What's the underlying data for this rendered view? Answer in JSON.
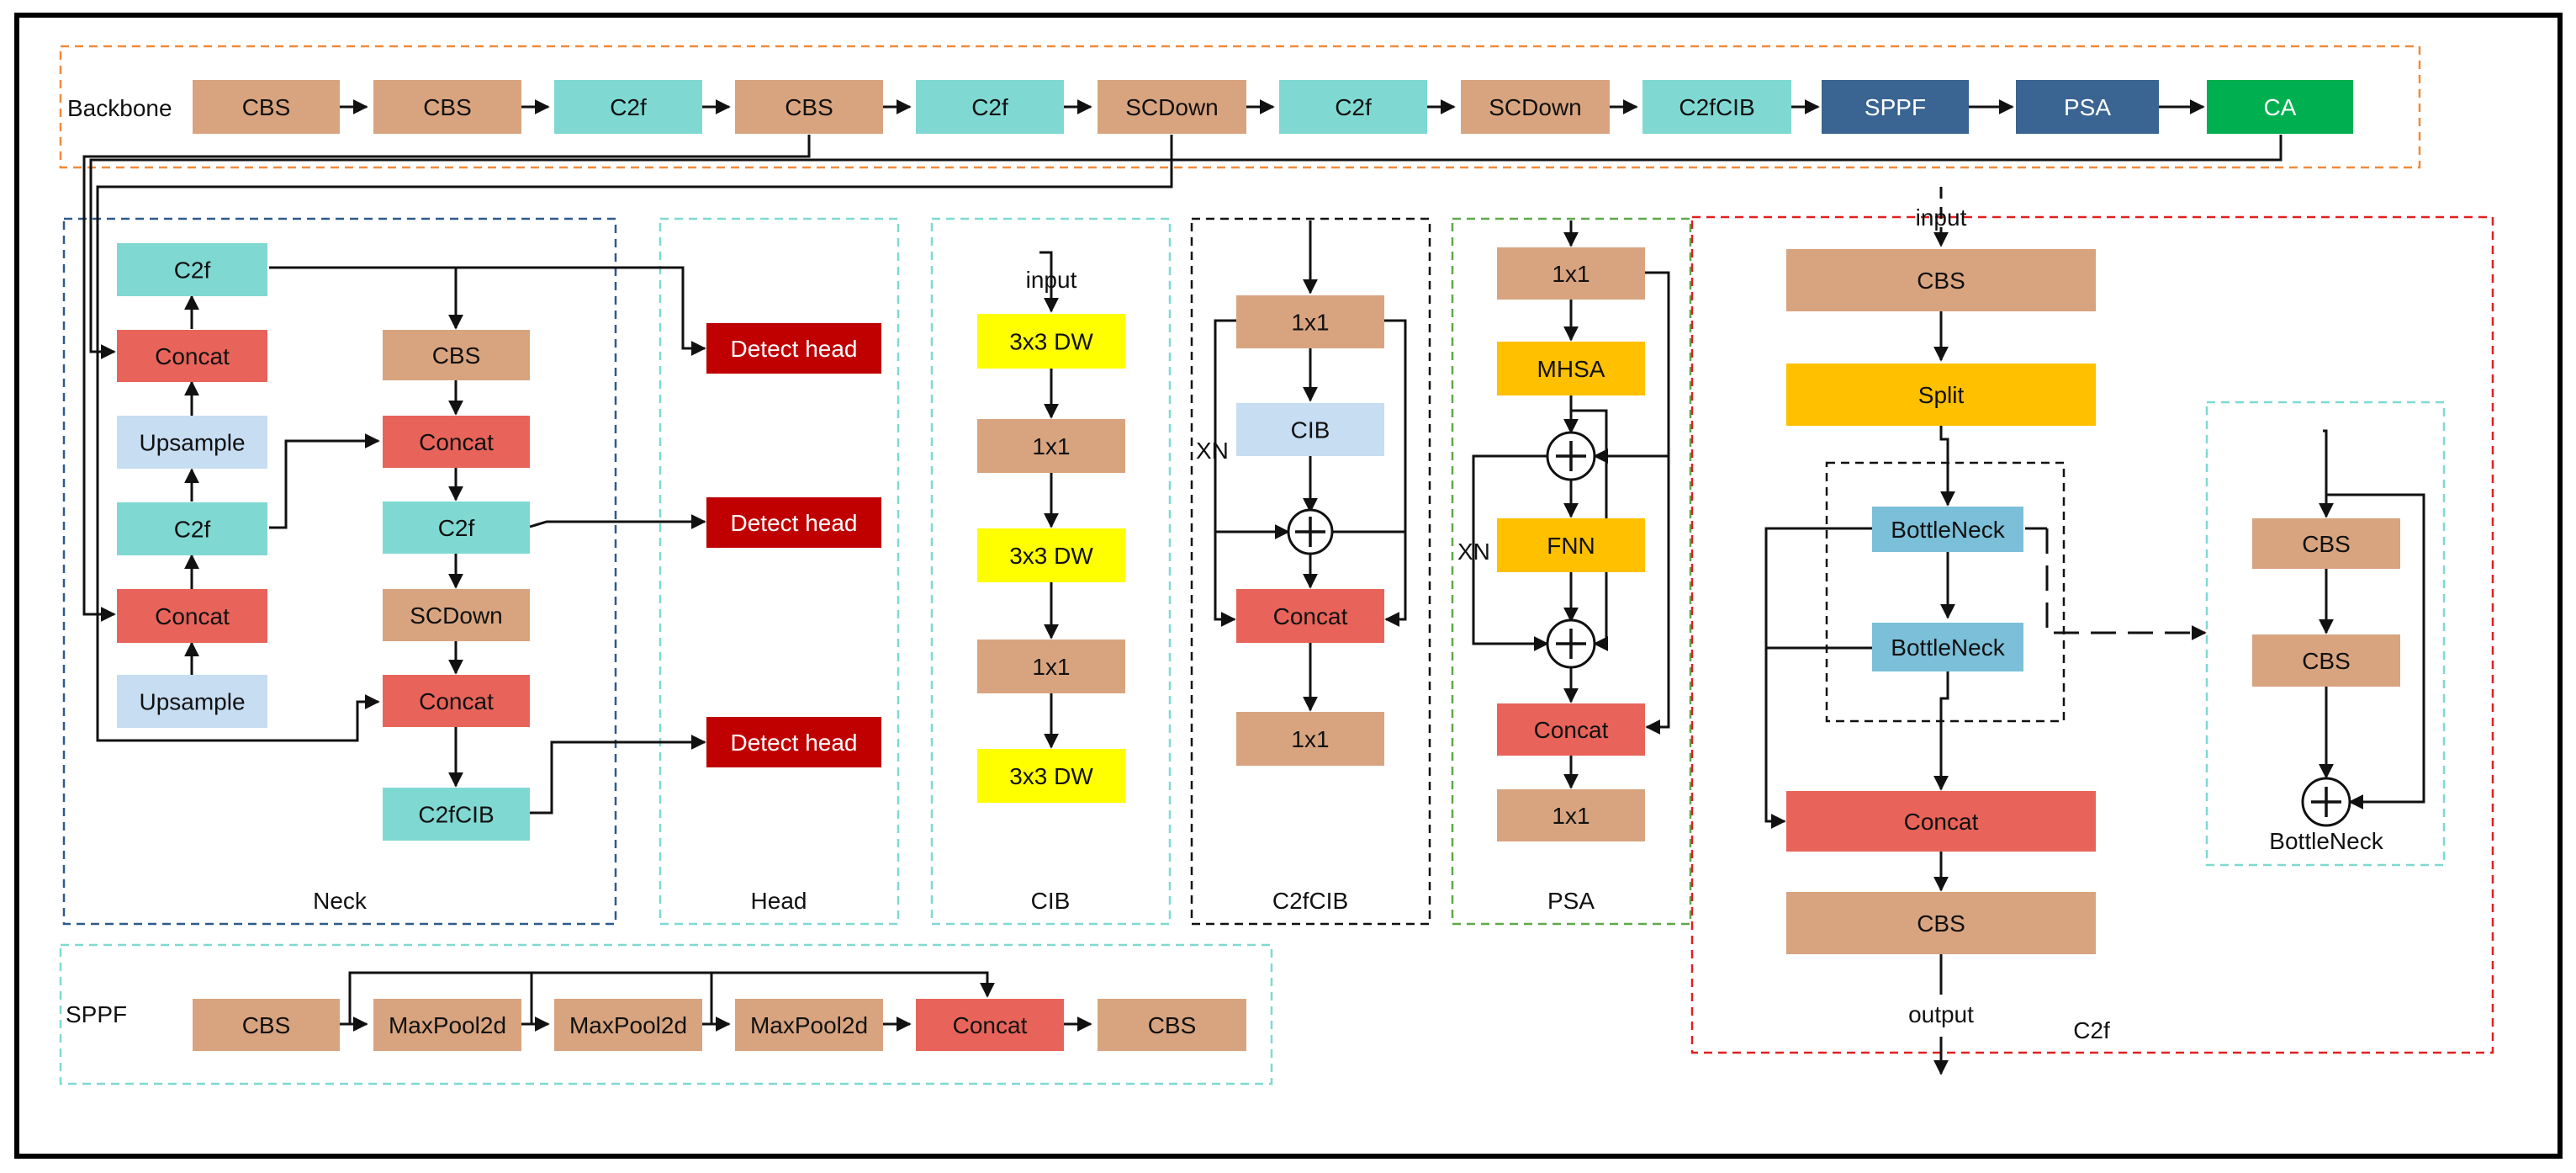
{
  "labels": {
    "backbone": "Backbone",
    "neck": "Neck",
    "head": "Head",
    "cib": "CIB",
    "c2fcib": "C2fCIB",
    "psa": "PSA",
    "c2f": "C2f",
    "sppf": "SPPF",
    "xn_cib": "XN",
    "xn_psa": "XN",
    "input_cib": "input",
    "input_c2f": "input",
    "output_c2f": "output",
    "bottleneck_caption": "BottleNeck"
  },
  "colors": {
    "cbs": "#D8A47F",
    "c2f": "#7FD9D2",
    "concat": "#E8645A",
    "upsample": "#C6DDF2",
    "detect": "#C00000",
    "sppf": "#3A6491",
    "ca": "#00B050",
    "dw": "#FFFF00",
    "psa_op": "#FFC000",
    "bottleneck": "#7BBFD9"
  },
  "boxes": {
    "bb1": "CBS",
    "bb2": "CBS",
    "bb3": "C2f",
    "bb4": "CBS",
    "bb5": "C2f",
    "bb6": "SCDown",
    "bb7": "C2f",
    "bb8": "SCDown",
    "bb9": "C2fCIB",
    "bb10": "SPPF",
    "bb11": "PSA",
    "bb12": "CA",
    "n_c2f_top": "C2f",
    "n_concat1": "Concat",
    "n_up1": "Upsample",
    "n_c2f_mid": "C2f",
    "n_concat2": "Concat",
    "n_up2": "Upsample",
    "n_cbs": "CBS",
    "n_concat3": "Concat",
    "n_c2f_r": "C2f",
    "n_scdown": "SCDown",
    "n_concat4": "Concat",
    "n_c2fcib": "C2fCIB",
    "h1": "Detect head",
    "h2": "Detect head",
    "h3": "Detect head",
    "cib1": "3x3 DW",
    "cib2": "1x1",
    "cib3": "3x3 DW",
    "cib4": "1x1",
    "cib5": "3x3 DW",
    "cc1": "1x1",
    "cc_cib": "CIB",
    "cc_concat": "Concat",
    "cc2": "1x1",
    "psa1": "1x1",
    "psa_mhsa": "MHSA",
    "psa_fnn": "FNN",
    "psa_concat": "Concat",
    "psa2": "1x1",
    "c2f_cbs1": "CBS",
    "c2f_split": "Split",
    "c2f_bn1": "BottleNeck",
    "c2f_bn2": "BottleNeck",
    "c2f_concat": "Concat",
    "c2f_cbs2": "CBS",
    "bn_cbs1": "CBS",
    "bn_cbs2": "CBS",
    "s1": "CBS",
    "s2": "MaxPool2d",
    "s3": "MaxPool2d",
    "s4": "MaxPool2d",
    "s5": "Concat",
    "s6": "CBS"
  }
}
